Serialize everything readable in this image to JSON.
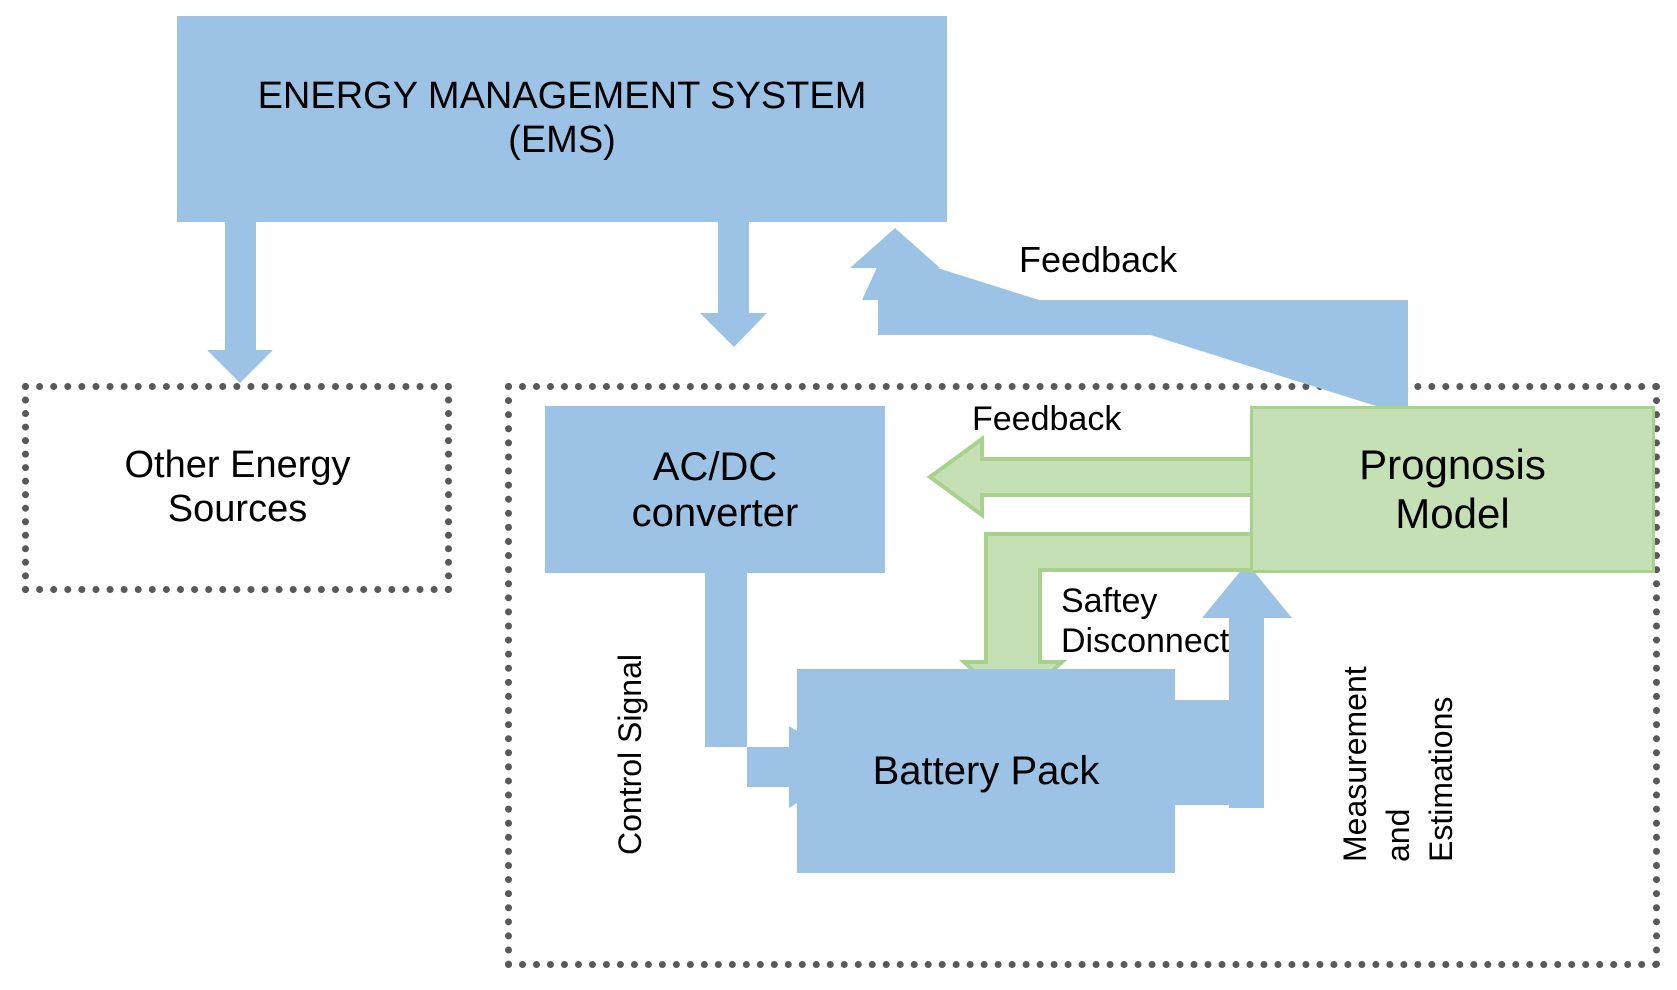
{
  "diagram": {
    "title": "Battery energy management system block diagram",
    "colors": {
      "blue_fill": "#9cc3e5",
      "green_fill": "#c5e0b4",
      "green_stroke": "#a9d18e",
      "dotted_border": "#595959",
      "text": "#000000",
      "background": "#ffffff"
    },
    "nodes": {
      "ems": {
        "line1": "ENERGY MANAGEMENT SYSTEM",
        "line2": "(EMS)"
      },
      "other_sources": {
        "line1": "Other Energy",
        "line2": "Sources"
      },
      "acdc": {
        "line1": "AC/DC",
        "line2": "converter"
      },
      "battery": {
        "label": "Battery Pack"
      },
      "prognosis": {
        "line1": "Prognosis",
        "line2": "Model"
      }
    },
    "edges": {
      "ems_to_other_sources": {
        "label": ""
      },
      "ems_to_acdc": {
        "label": ""
      },
      "prognosis_to_ems": {
        "label": "Feedback"
      },
      "prognosis_to_acdc": {
        "label": "Feedback"
      },
      "prognosis_to_battery": {
        "line1": "Saftey",
        "line2": "Disconnect"
      },
      "acdc_to_battery": {
        "label": "Control Signal"
      },
      "battery_to_prognosis": {
        "line1": "Measurement",
        "line2": "and",
        "line3": "Estimations"
      }
    }
  }
}
